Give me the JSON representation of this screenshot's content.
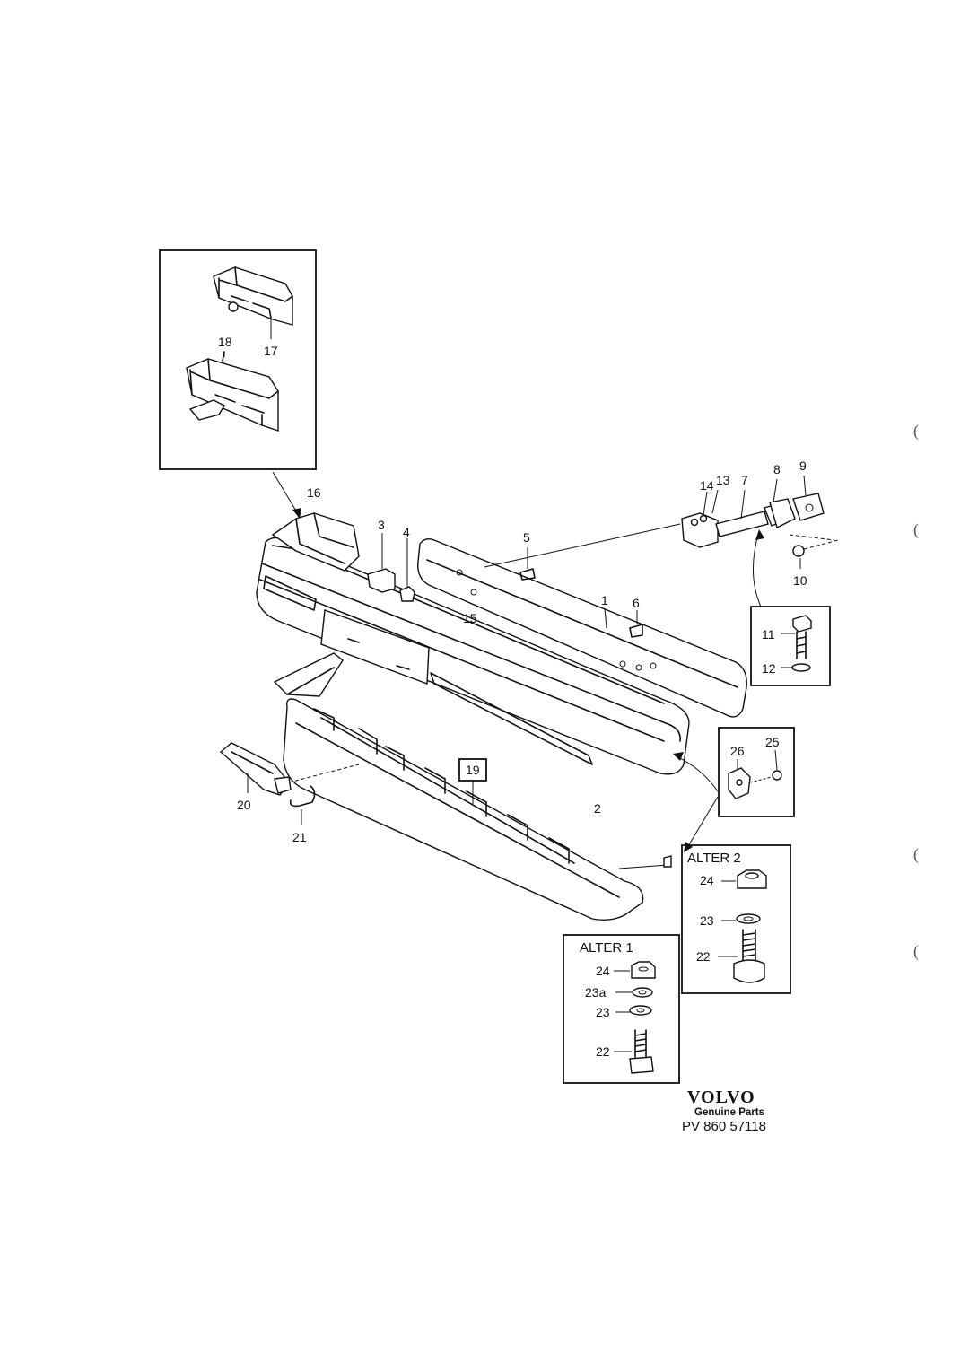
{
  "callouts": {
    "c1": "1",
    "c2": "2",
    "c3": "3",
    "c4": "4",
    "c5": "5",
    "c6": "6",
    "c7": "7",
    "c8": "8",
    "c9": "9",
    "c10": "10",
    "c11": "11",
    "c12": "12",
    "c13": "13",
    "c14": "14",
    "c15": "15",
    "c16": "16",
    "c17": "17",
    "c18": "18",
    "c19": "19",
    "c20": "20",
    "c21": "21",
    "c22a": "22",
    "c22b": "22",
    "c23a": "23",
    "c23b": "23",
    "c23c": "23a",
    "c24a": "24",
    "c24b": "24",
    "c25": "25",
    "c26": "26"
  },
  "alternatives": {
    "alter1": "ALTER 1",
    "alter2": "ALTER 2"
  },
  "brand": {
    "logo": "VOLVO",
    "subtitle": "Genuine Parts",
    "reference": "PV 860 57118"
  },
  "margin_marks": [
    "(",
    "(",
    "(",
    "("
  ]
}
